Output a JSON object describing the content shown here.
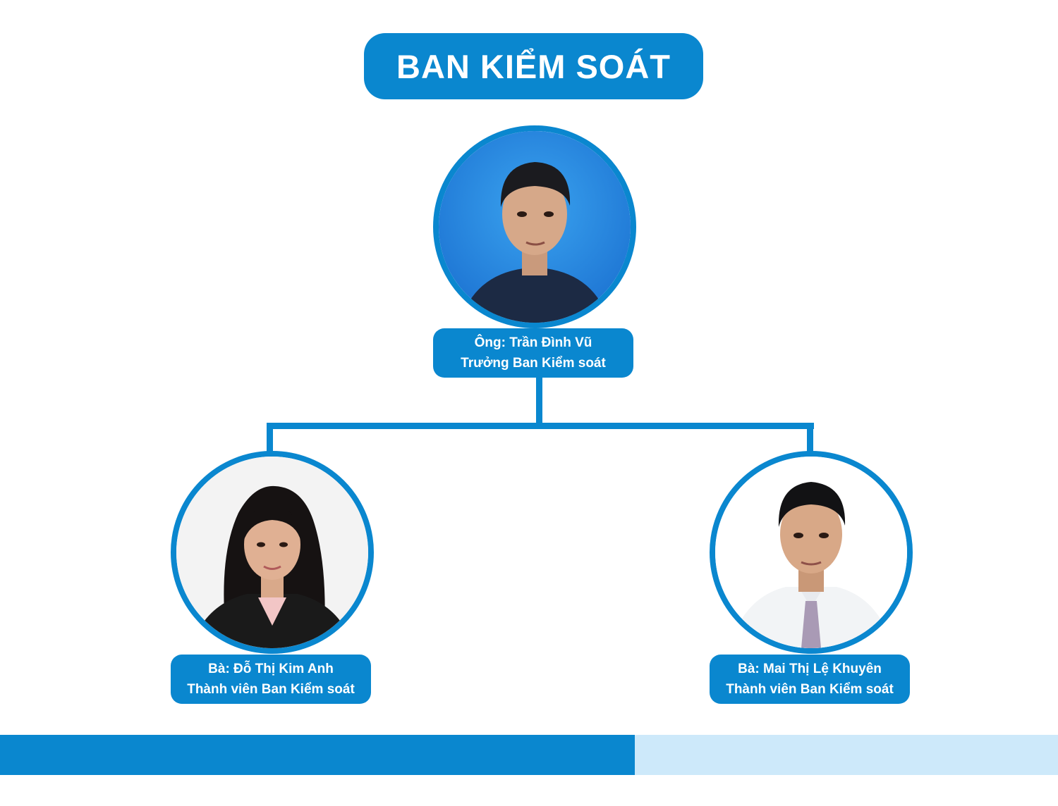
{
  "title": "BAN KIỂM SOÁT",
  "members": [
    {
      "name": "Ông: Trần Đình Vũ",
      "role": "Trưởng Ban Kiểm soát"
    },
    {
      "name": "Bà: Đỗ Thị Kim Anh",
      "role": "Thành viên Ban Kiểm soát"
    },
    {
      "name": "Bà: Mai Thị Lệ Khuyên",
      "role": "Thành viên Ban Kiểm soát"
    }
  ],
  "colors": {
    "primary": "#0a87cf",
    "footer_light": "#cde9fa"
  }
}
